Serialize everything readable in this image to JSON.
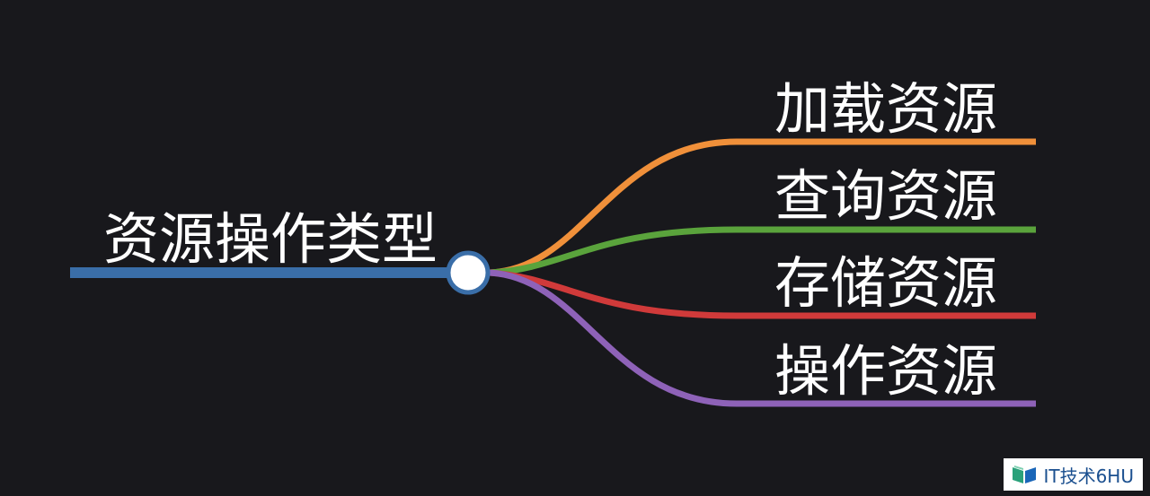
{
  "mindmap": {
    "root": {
      "label": "资源操作类型",
      "color": "#3a6ea8"
    },
    "branches": [
      {
        "label": "加载资源",
        "color": "#f0903a"
      },
      {
        "label": "查询资源",
        "color": "#5aa33c"
      },
      {
        "label": "存储资源",
        "color": "#d03a3a"
      },
      {
        "label": "操作资源",
        "color": "#8e62b8"
      }
    ]
  },
  "watermark": {
    "text": "IT技术6HU",
    "logo_icon": "book-icon"
  },
  "colors": {
    "background": "#18181c",
    "text": "#ffffff",
    "node_fill": "#ffffff"
  }
}
